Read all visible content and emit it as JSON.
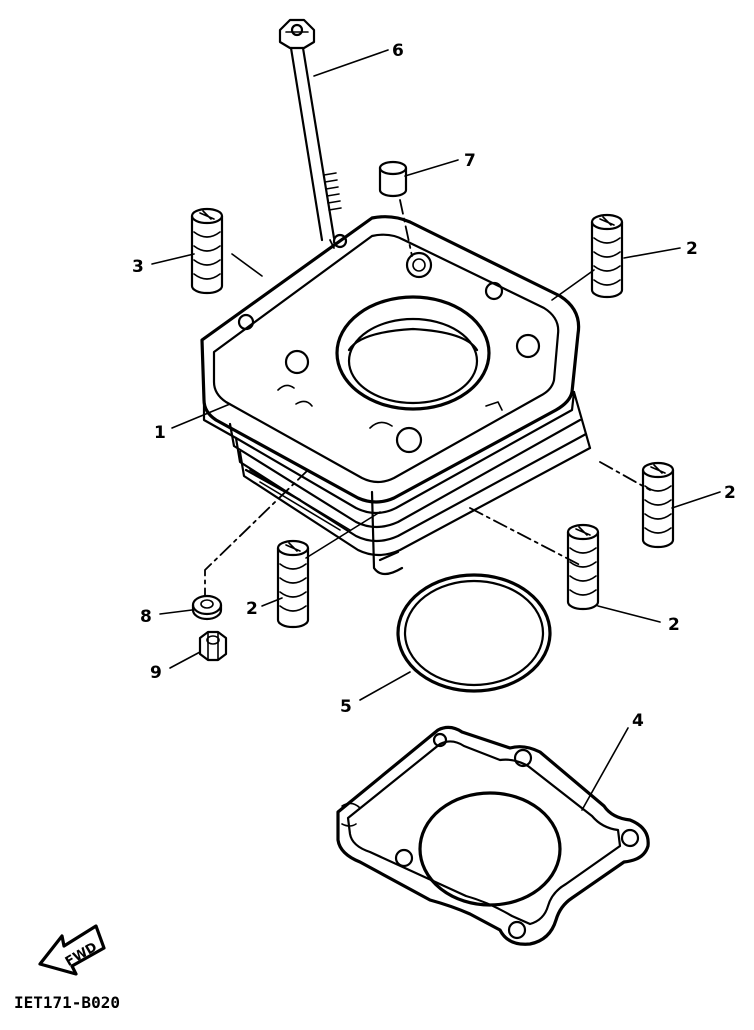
{
  "callouts": {
    "c1": "1",
    "c2a": "2",
    "c2b": "2",
    "c2c": "2",
    "c2d": "2",
    "c3": "3",
    "c4": "4",
    "c5": "5",
    "c6": "6",
    "c7": "7",
    "c8": "8",
    "c9": "9"
  },
  "fwd_label": "FWD",
  "part_code": "IET171-B020"
}
